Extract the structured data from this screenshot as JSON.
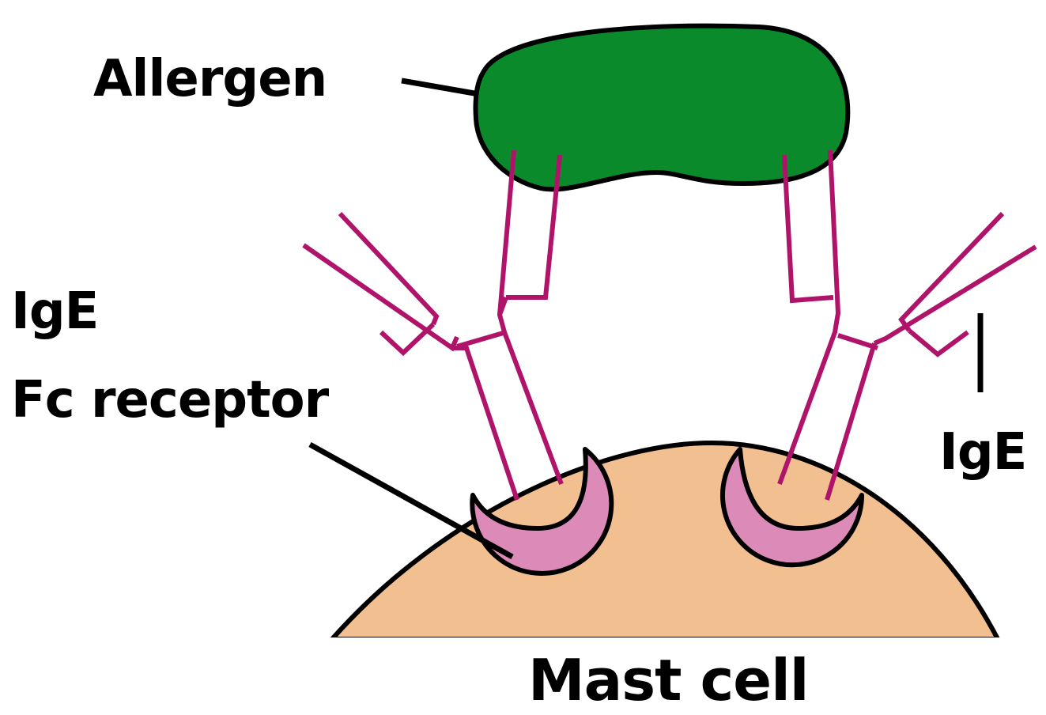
{
  "labels": {
    "allergen": "Allergen",
    "ige_left": "IgE",
    "fc_receptor": "Fc receptor",
    "ige_right": "IgE",
    "mast_cell": "Mast cell"
  },
  "colors": {
    "allergen_fill": "#0b8a2b",
    "mast_cell_fill": "#f2c090",
    "receptor_fill": "#dc8ab8",
    "antibody_stroke": "#b0146a",
    "outline": "#000000"
  }
}
